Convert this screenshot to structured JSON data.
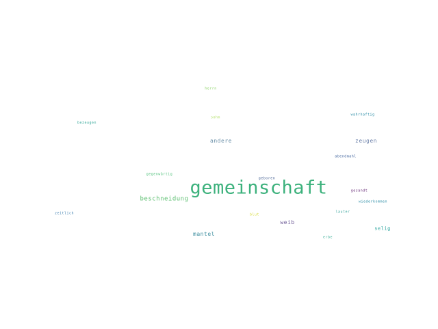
{
  "words": [
    {
      "text": "gemeinschaft",
      "color": "#3cb17c"
    },
    {
      "text": "beschneidung",
      "color": "#5fc073"
    },
    {
      "text": "andere",
      "color": "#6a8fa8"
    },
    {
      "text": "zeugen",
      "color": "#6a7fa8"
    },
    {
      "text": "weib",
      "color": "#6f5d98"
    },
    {
      "text": "mantel",
      "color": "#3f8fa0"
    },
    {
      "text": "selig",
      "color": "#2fa6a0"
    },
    {
      "text": "herrn",
      "color": "#8fd46a"
    },
    {
      "text": "sohn",
      "color": "#a8dc55"
    },
    {
      "text": "wahrhaftig",
      "color": "#2f8fa8"
    },
    {
      "text": "bezeugen",
      "color": "#36a89a"
    },
    {
      "text": "abendmahl",
      "color": "#3a5f9a"
    },
    {
      "text": "gegenwärtig",
      "color": "#4fc07a"
    },
    {
      "text": "geboren",
      "color": "#3d5a8f"
    },
    {
      "text": "gesandt",
      "color": "#6a2f7a"
    },
    {
      "text": "wiederkommen",
      "color": "#2f8fa8"
    },
    {
      "text": "zeitlich",
      "color": "#3f7fb0"
    },
    {
      "text": "blut",
      "color": "#d8dc3a"
    },
    {
      "text": "lauter",
      "color": "#3fa8a0"
    },
    {
      "text": "erbe",
      "color": "#3fb09a"
    }
  ]
}
